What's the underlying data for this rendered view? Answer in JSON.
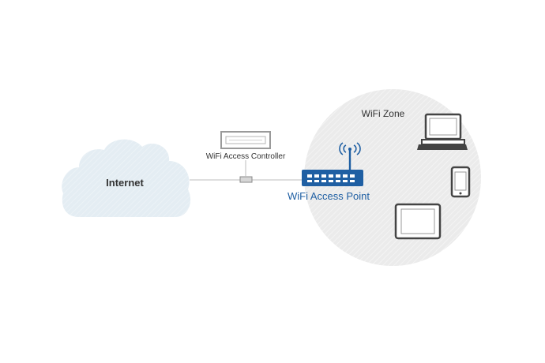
{
  "labels": {
    "internet": "Internet",
    "wifi_zone": "WiFi Zone",
    "controller": "WiFi Access Controller",
    "access_point": "WiFi Access Point"
  },
  "colors": {
    "cloud_fill": "#e4edf3",
    "zone_fill": "#ebebeb",
    "link_line": "#bdbdbd",
    "controller_stroke": "#9a9a9a",
    "access_point": "#1f5fa3",
    "device_stroke": "#444444",
    "text": "#333333"
  },
  "icons": {
    "cloud": "cloud-icon",
    "controller": "server-rack-icon",
    "access_point": "wifi-router-icon",
    "laptop": "laptop-icon",
    "phone": "smartphone-icon",
    "tablet": "tablet-icon"
  }
}
